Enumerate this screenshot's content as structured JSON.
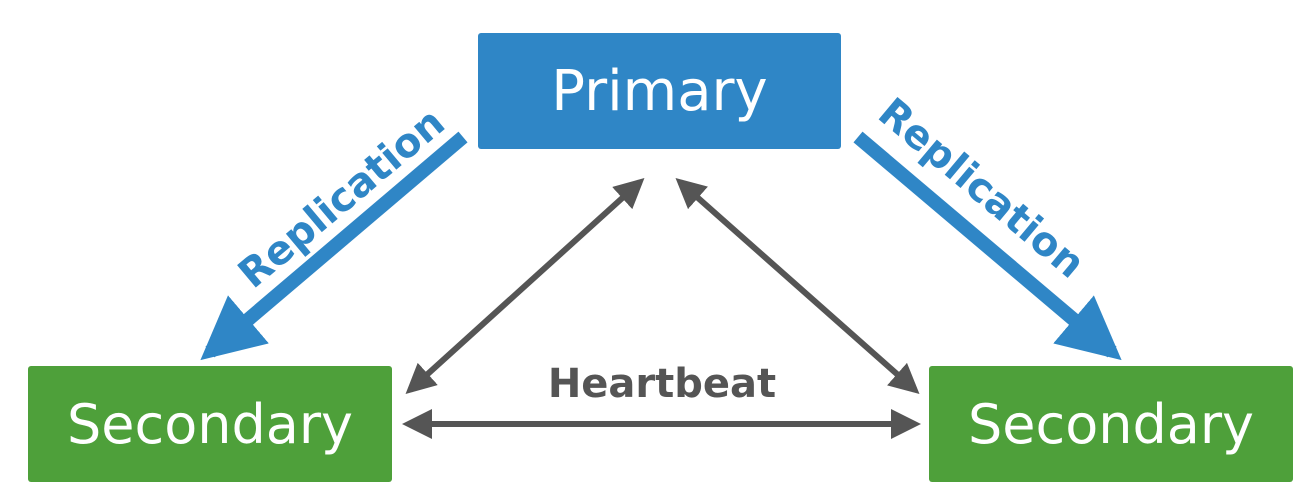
{
  "colors": {
    "primary": "#2f86c6",
    "secondary": "#4ea03a",
    "replication": "#2f86c6",
    "heartbeat": "#555555"
  },
  "nodes": {
    "primary": "Primary",
    "secondary_left": "Secondary",
    "secondary_right": "Secondary"
  },
  "edges": {
    "replication_left": "Replication",
    "replication_right": "Replication",
    "heartbeat": "Heartbeat"
  }
}
